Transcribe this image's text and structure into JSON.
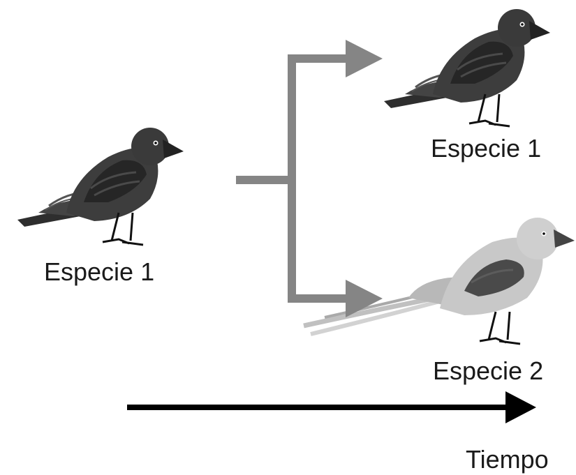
{
  "labels": {
    "ancestor": "Especie 1",
    "descendant_top": "Especie 1",
    "descendant_bottom": "Especie 2",
    "time_axis": "Tiempo"
  },
  "colors": {
    "branch_arrows": "#858585",
    "time_arrow": "#000000",
    "dark_bird_body": "#3b3b3b",
    "dark_bird_wing": "#2a2a2a",
    "light_bird_body": "#c6c6c6",
    "light_bird_wing": "#4a4a4a"
  },
  "icons": {
    "ancestor_bird": "dark-finch-icon",
    "descendant_top_bird": "dark-finch-icon",
    "descendant_bottom_bird": "long-tailed-pale-bird-icon"
  }
}
